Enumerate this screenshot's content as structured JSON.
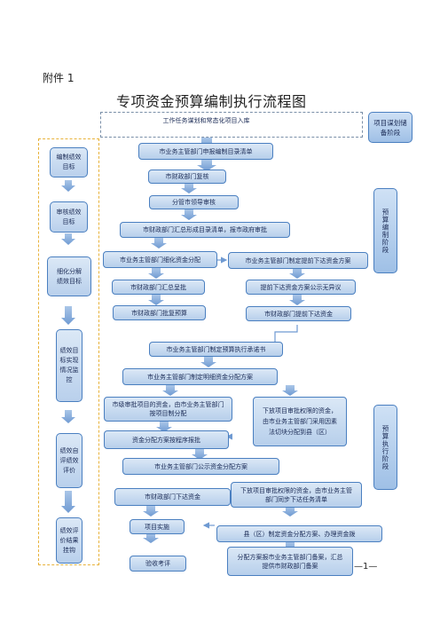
{
  "attachment": "附件 1",
  "title": "专项资金预算编制执行流程图",
  "page_number": "—1—",
  "stages": {
    "planning": "项目谋划储备阶段",
    "budgeting": "预算编制阶段",
    "execution": "预算执行阶段"
  },
  "left_steps": [
    "编制绩效目标",
    "审核绩效目标",
    "细化分解绩效目标",
    "绩效目标实现情况监控",
    "绩效自评绩效评价",
    "绩效评价结果挂钩"
  ],
  "flow": {
    "n1": "工作任务谋划和常态化项目入库",
    "n2": "市业务主管部门申报编制目录清单",
    "n3": "市财政部门复核",
    "n4": "分管市领导审核",
    "n5": "市财政部门汇总形成目录清单，报市政府审批",
    "n6": "市业务主管部门细化资金分配",
    "n7": "市业务主管部门制定提前下达资金方案",
    "n8": "市财政部门汇总呈批",
    "n9": "提前下达资金方案公示无异议",
    "n10": "市财政部门批复预算",
    "n11": "市财政部门提前下达资金",
    "n12": "市业务主管部门制定预算执行承诺书",
    "n13": "市业务主管部门制定明细资金分配方案",
    "n14": "市级审批项目的资金，由市业务主管部门按项目制分配",
    "n15": "下放项目审批权限的资金，由市业务主管部门采用因素法切块分配到县（区）",
    "n16": "资金分配方案按程序报批",
    "n17": "市业务主管部门公示资金分配方案",
    "n18": "市财政部门下达资金",
    "n19": "下放项目审批权限的资金，由市业务主管部门同步下达任务清单",
    "n20": "项目实施",
    "n21": "县（区）制定资金分配方案、办理资金拨",
    "n22": "验收考评",
    "n23": "分配方案报市业务主管部门备案，汇总提供市财政部门备案"
  }
}
